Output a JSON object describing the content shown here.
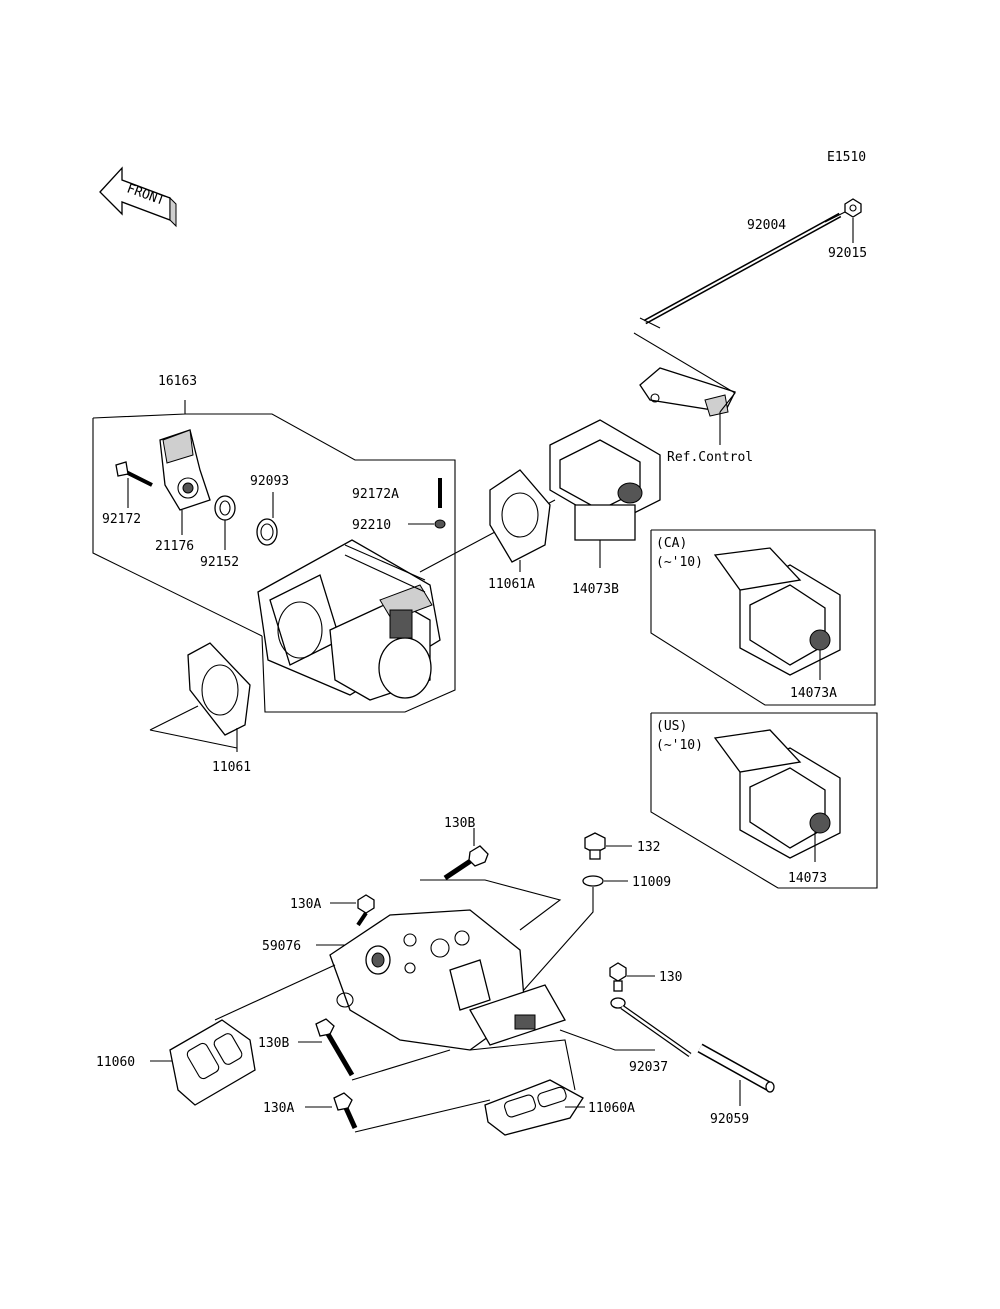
{
  "diagram": {
    "code": "E1510",
    "front_label": "FRONT",
    "ref_control": "Ref.Control",
    "variant_ca": {
      "region": "(CA)",
      "period": "(~'10)",
      "part": "14073A"
    },
    "variant_us": {
      "region": "(US)",
      "period": "(~'10)",
      "part": "14073"
    },
    "parts": {
      "p92004": "92004",
      "p92015": "92015",
      "p16163": "16163",
      "p92172": "92172",
      "p21176": "21176",
      "p92152": "92152",
      "p92093": "92093",
      "p92172A": "92172A",
      "p92210": "92210",
      "p11061A": "11061A",
      "p14073B": "14073B",
      "p11061": "11061",
      "p130B_top": "130B",
      "p132": "132",
      "p11009": "11009",
      "p130A_top": "130A",
      "p59076": "59076",
      "p130": "130",
      "p11060": "11060",
      "p130B_bot": "130B",
      "p92037": "92037",
      "p130A_bot": "130A",
      "p11060A": "11060A",
      "p92059": "92059"
    }
  }
}
